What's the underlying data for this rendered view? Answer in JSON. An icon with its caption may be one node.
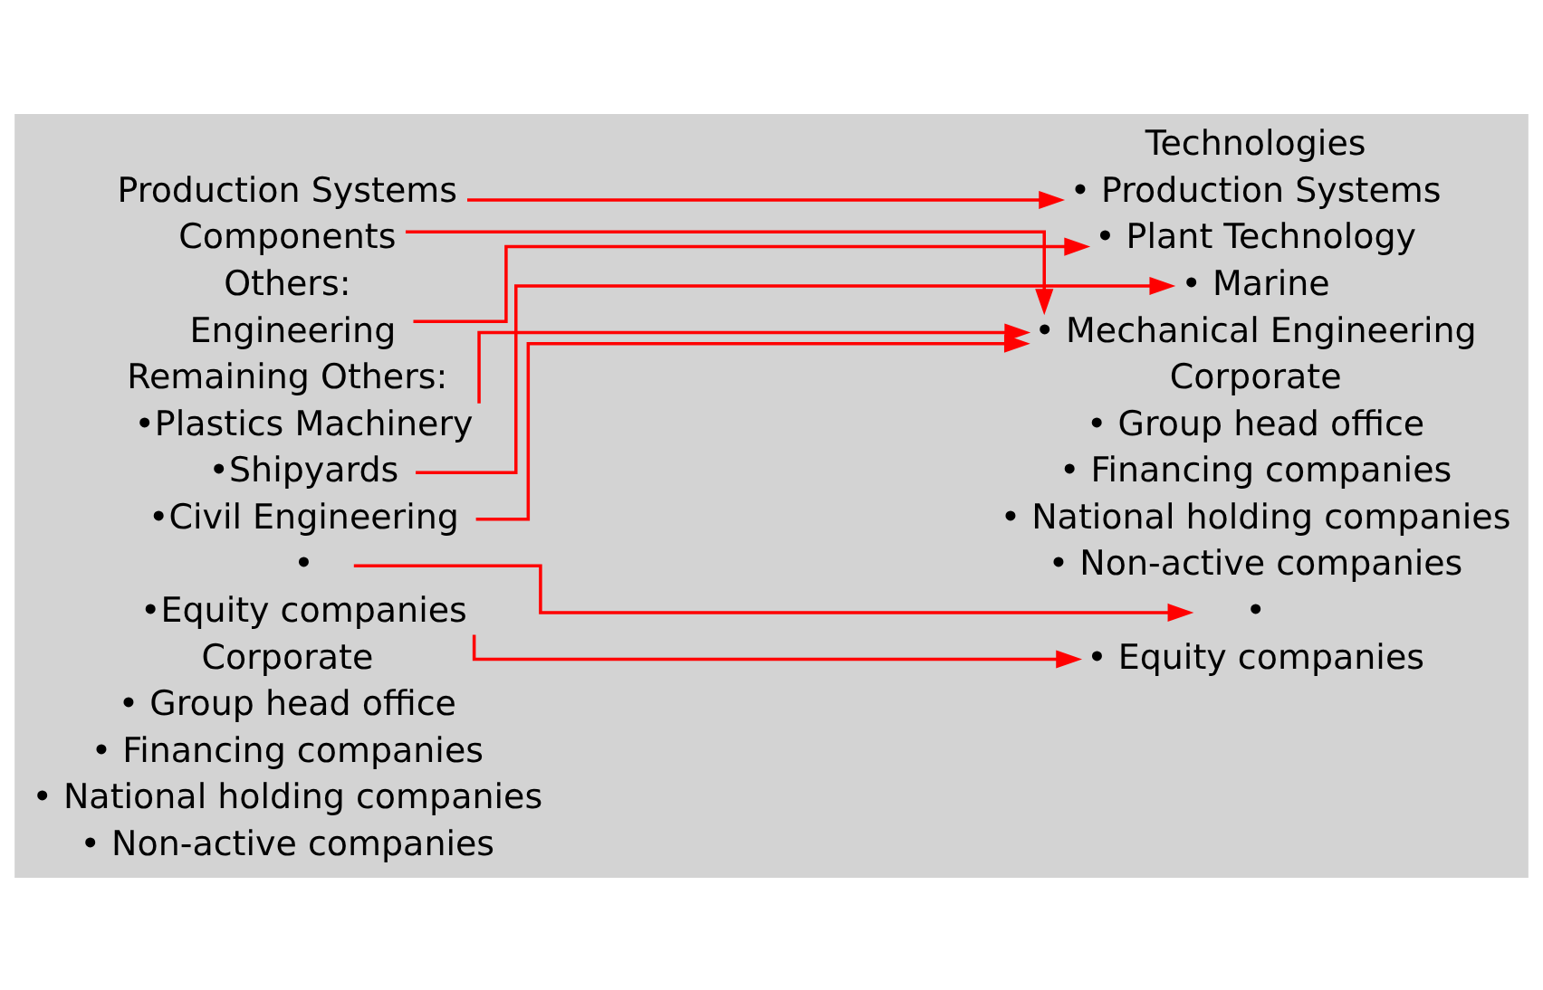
{
  "diagram": {
    "nodes": [
      {
        "text": [
          "Production Systems"
        ]
      },
      {
        "text": [
          "• Production Systems"
        ]
      },
      {
        "text": [
          "Components"
        ]
      },
      {
        "text": [
          "• Plant Technology"
        ]
      },
      {
        "text": [
          "• Marine"
        ]
      },
      {
        "text": [
          "Engineering"
        ]
      },
      {
        "text": [
          "• Mechanical Engineering"
        ]
      },
      {
        "text": [
          "•Plastics Machinery"
        ]
      },
      {
        "text": [
          "•Shipyards"
        ]
      },
      {
        "text": [
          "•Civil Engineering"
        ]
      },
      {
        "text": [
          "•"
        ]
      },
      {
        "text": [
          "•Equity companies"
        ]
      },
      {
        "text": [
          "•"
        ]
      },
      {
        "text": [
          "• Equity companies"
        ]
      }
    ],
    "edges": [
      {
        "from": 0,
        "to": 1,
        "arrow": "to"
      },
      {
        "from": 2,
        "to": 6,
        "arrow": "to"
      },
      {
        "from": 5,
        "to": 3,
        "arrow": "to"
      },
      {
        "from": 7,
        "to": 6,
        "arrow": "to"
      },
      {
        "from": 8,
        "to": 4,
        "arrow": "to"
      },
      {
        "from": 9,
        "to": 6,
        "arrow": "to"
      },
      {
        "from": 10,
        "to": 12,
        "arrow": "to"
      },
      {
        "from": 11,
        "to": 13,
        "arrow": "to"
      }
    ],
    "labels": [
      "Technologies",
      "Others:",
      "Remaining Others:",
      "Corporate",
      "Corporate",
      "• Group head office",
      "• Financing companies",
      "• National holding companies",
      "• Non-active companies",
      "• Group head office",
      "• Financing companies",
      "• National holding companies",
      "• Non-active companies"
    ]
  }
}
